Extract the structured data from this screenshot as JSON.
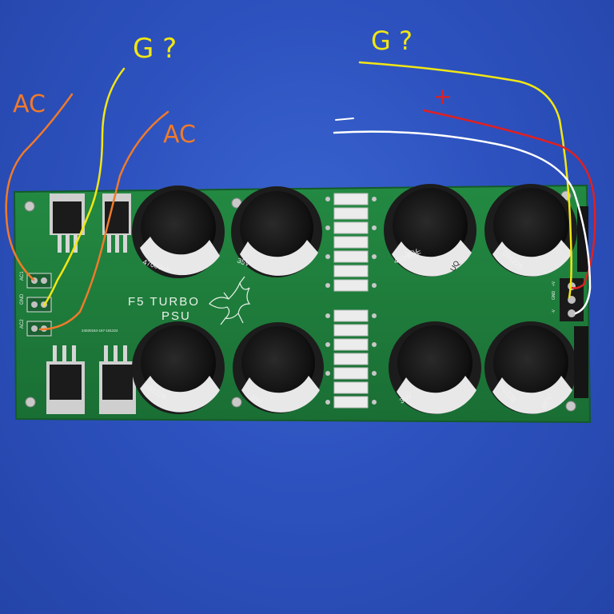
{
  "photo": {
    "description_colors": {
      "background": "#2d52bf",
      "pcb": "#1f7a3a",
      "capacitor": "#1a1a1a",
      "resistor": "#ececec"
    }
  },
  "board": {
    "title_line1": "F5 TURBO",
    "title_line2": "PSU",
    "serial": "24020184-167-191224",
    "cap_value": "47000uF",
    "cap_voltage": "35V",
    "cap_series": "UQ",
    "cap_date": "091228",
    "cap_temp": "85°C",
    "pad_labels": [
      "AC1",
      "GND",
      "AC2"
    ],
    "right_pad_labels": [
      "+V",
      "GND",
      "-V"
    ]
  },
  "annotations": {
    "ac_left": "AC",
    "ac_middle": "AC",
    "g_left": "G ?",
    "g_right": "G ?",
    "plus": "+",
    "minus": "-"
  },
  "wire_colors": {
    "ac": "#f07a2a",
    "ground": "#f2e614",
    "positive": "#e02020",
    "negative": "#ffffff"
  }
}
